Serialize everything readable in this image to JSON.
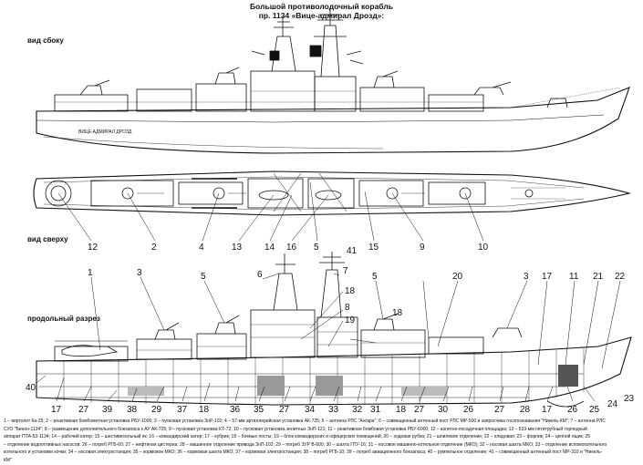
{
  "title": {
    "line1": "Большой противолодочный корабль",
    "line2": "пр. 1134 «Вице-адмирал Дрозд»:"
  },
  "sections": {
    "side": "вид сбоку",
    "top": "вид сверху",
    "cut": "продольный разрез"
  },
  "hull_name": "ВИЦЕ-АДМИРАЛ ДРОЗД",
  "top_callouts": [
    "12",
    "2",
    "4",
    "13",
    "14",
    "16",
    "5",
    "15",
    "9",
    "10"
  ],
  "cut_callouts_top": [
    "41",
    "1",
    "3",
    "5",
    "6",
    "7",
    "18",
    "8",
    "19",
    "5",
    "20",
    "3",
    "17",
    "11",
    "21",
    "22",
    "18"
  ],
  "cut_callouts_bottom": [
    "40",
    "17",
    "27",
    "39",
    "38",
    "29",
    "37",
    "18",
    "36",
    "35",
    "27",
    "34",
    "33",
    "32",
    "31",
    "18",
    "27",
    "30",
    "26",
    "27",
    "28",
    "17",
    "26",
    "25",
    "24",
    "23"
  ],
  "legend": [
    "1 – вертолет Ка-25; 2 – реактивная бомбометная установка РБУ-1000; 3 – пусковая установка ЗнР-102; 4 – 57-мм артиллерийская установка АК-725; 5 – антенна РЛС \"Ангара\"; 6 – совмещенный антенный пост РЛС МР-500 и запросчика госопознавания \"Никель-КМ\"; 7 – антенна РЛС",
    "СУО \"Бинон-1134\"; 8 – размещение дополнительного боезапаса к АУ АК-725; 9 – пусковая установка КТ-72; 10 – пусковая установка зенитных ЗнП-121; 11 – реактивная бомбовая установка РБУ-6000; 12 – взлетно-посадочная площадка; 13 – 533-мм пятитрубный торпедный",
    "аппарат ПТА-53-1134; 14 – рабочий катер; 15 – шестивесельный як; 16 – командирский катер; 17 – кубрик; 18 – боевые посты; 19 – блок командирских и офицерских помещений; 20 – ходовая рубка; 21 – шпилевое отделение; 22 – кладовая; 23 – форпик; 24 – цепной ящик; 25",
    "– отделение водоотливных насосов; 26 – погреб РГБ-60; 27 – нефтяная цистерна; 28 – машинное отделение привода ЗнП-102; 29 – погреб ЗУР В-600; 30 – шахта ГПУ-16; 31 – носовое машинно-котельное отделение (МКО); 32 – носовая шахта МКО; 33 – отделение вспомогательного",
    "котельного и установки кочки; 34 – носовая электростанция; 35 – кормовое МКО; 36 – кормовая шахта МКО; 37 – кормовая электростанция; 38 – погреб РГБ-10; 39 – погреб авиационного боезапаса; 40 – румпельное отделение; 41 – совмещенный антенный пост МР-310 и \"Никель-",
    "КМ\""
  ]
}
